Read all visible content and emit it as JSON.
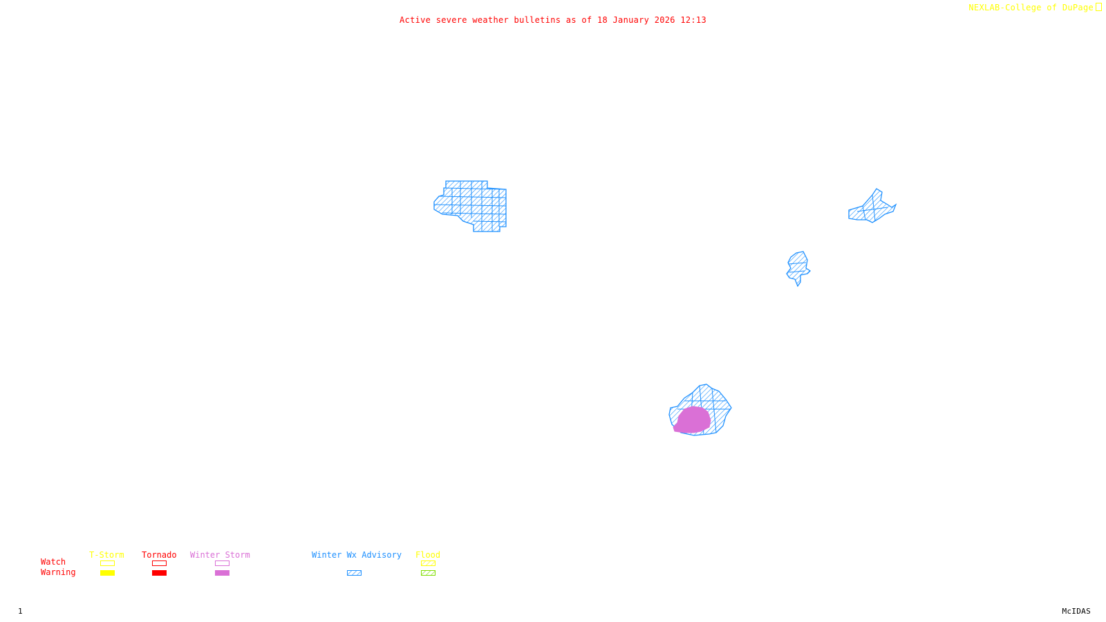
{
  "header": {
    "title": "Active severe weather bulletins as of 18 January 2026 12:13",
    "credit": "NEXLAB-College of DuPage",
    "credit_icon": "nexlab-logo-icon"
  },
  "footer": {
    "frame_number": "1",
    "software": "McIDAS"
  },
  "colors": {
    "title": "#ff0000",
    "credit": "#ffff00",
    "tstorm": "#ffff00",
    "tornado": "#ff0000",
    "winter_storm": "#da70d6",
    "winter_wx_advisory": "#1e90ff",
    "flood_watch": "#ffff00",
    "flood_warning": "#7fdd00"
  },
  "legend": {
    "row_labels": {
      "watch": "Watch",
      "warning": "Warning"
    },
    "categories": [
      {
        "key": "tstorm",
        "label": "T-Storm",
        "watch": "outline",
        "warning": "solid"
      },
      {
        "key": "tornado",
        "label": "Tornado",
        "watch": "outline",
        "warning": "solid"
      },
      {
        "key": "winter_storm",
        "label": "Winter Storm",
        "watch": "outline",
        "warning": "solid"
      },
      {
        "key": "winter_wx_advisory",
        "label": "Winter Wx Advisory",
        "watch": null,
        "warning": "hatched"
      },
      {
        "key": "flood",
        "label": "Flood",
        "watch": "hatched",
        "warning": "hatched"
      }
    ]
  },
  "alerts": [
    {
      "name": "upper-midwest-advisory",
      "type": "Winter Wx Advisory",
      "style": "hatched"
    },
    {
      "name": "new-england-advisory",
      "type": "Winter Wx Advisory",
      "style": "hatched"
    },
    {
      "name": "mid-atlantic-advisory",
      "type": "Winter Wx Advisory",
      "style": "hatched"
    },
    {
      "name": "southeast-advisory",
      "type": "Winter Wx Advisory",
      "style": "hatched"
    },
    {
      "name": "southeast-winter-storm-warning",
      "type": "Winter Storm Warning",
      "style": "solid"
    }
  ]
}
